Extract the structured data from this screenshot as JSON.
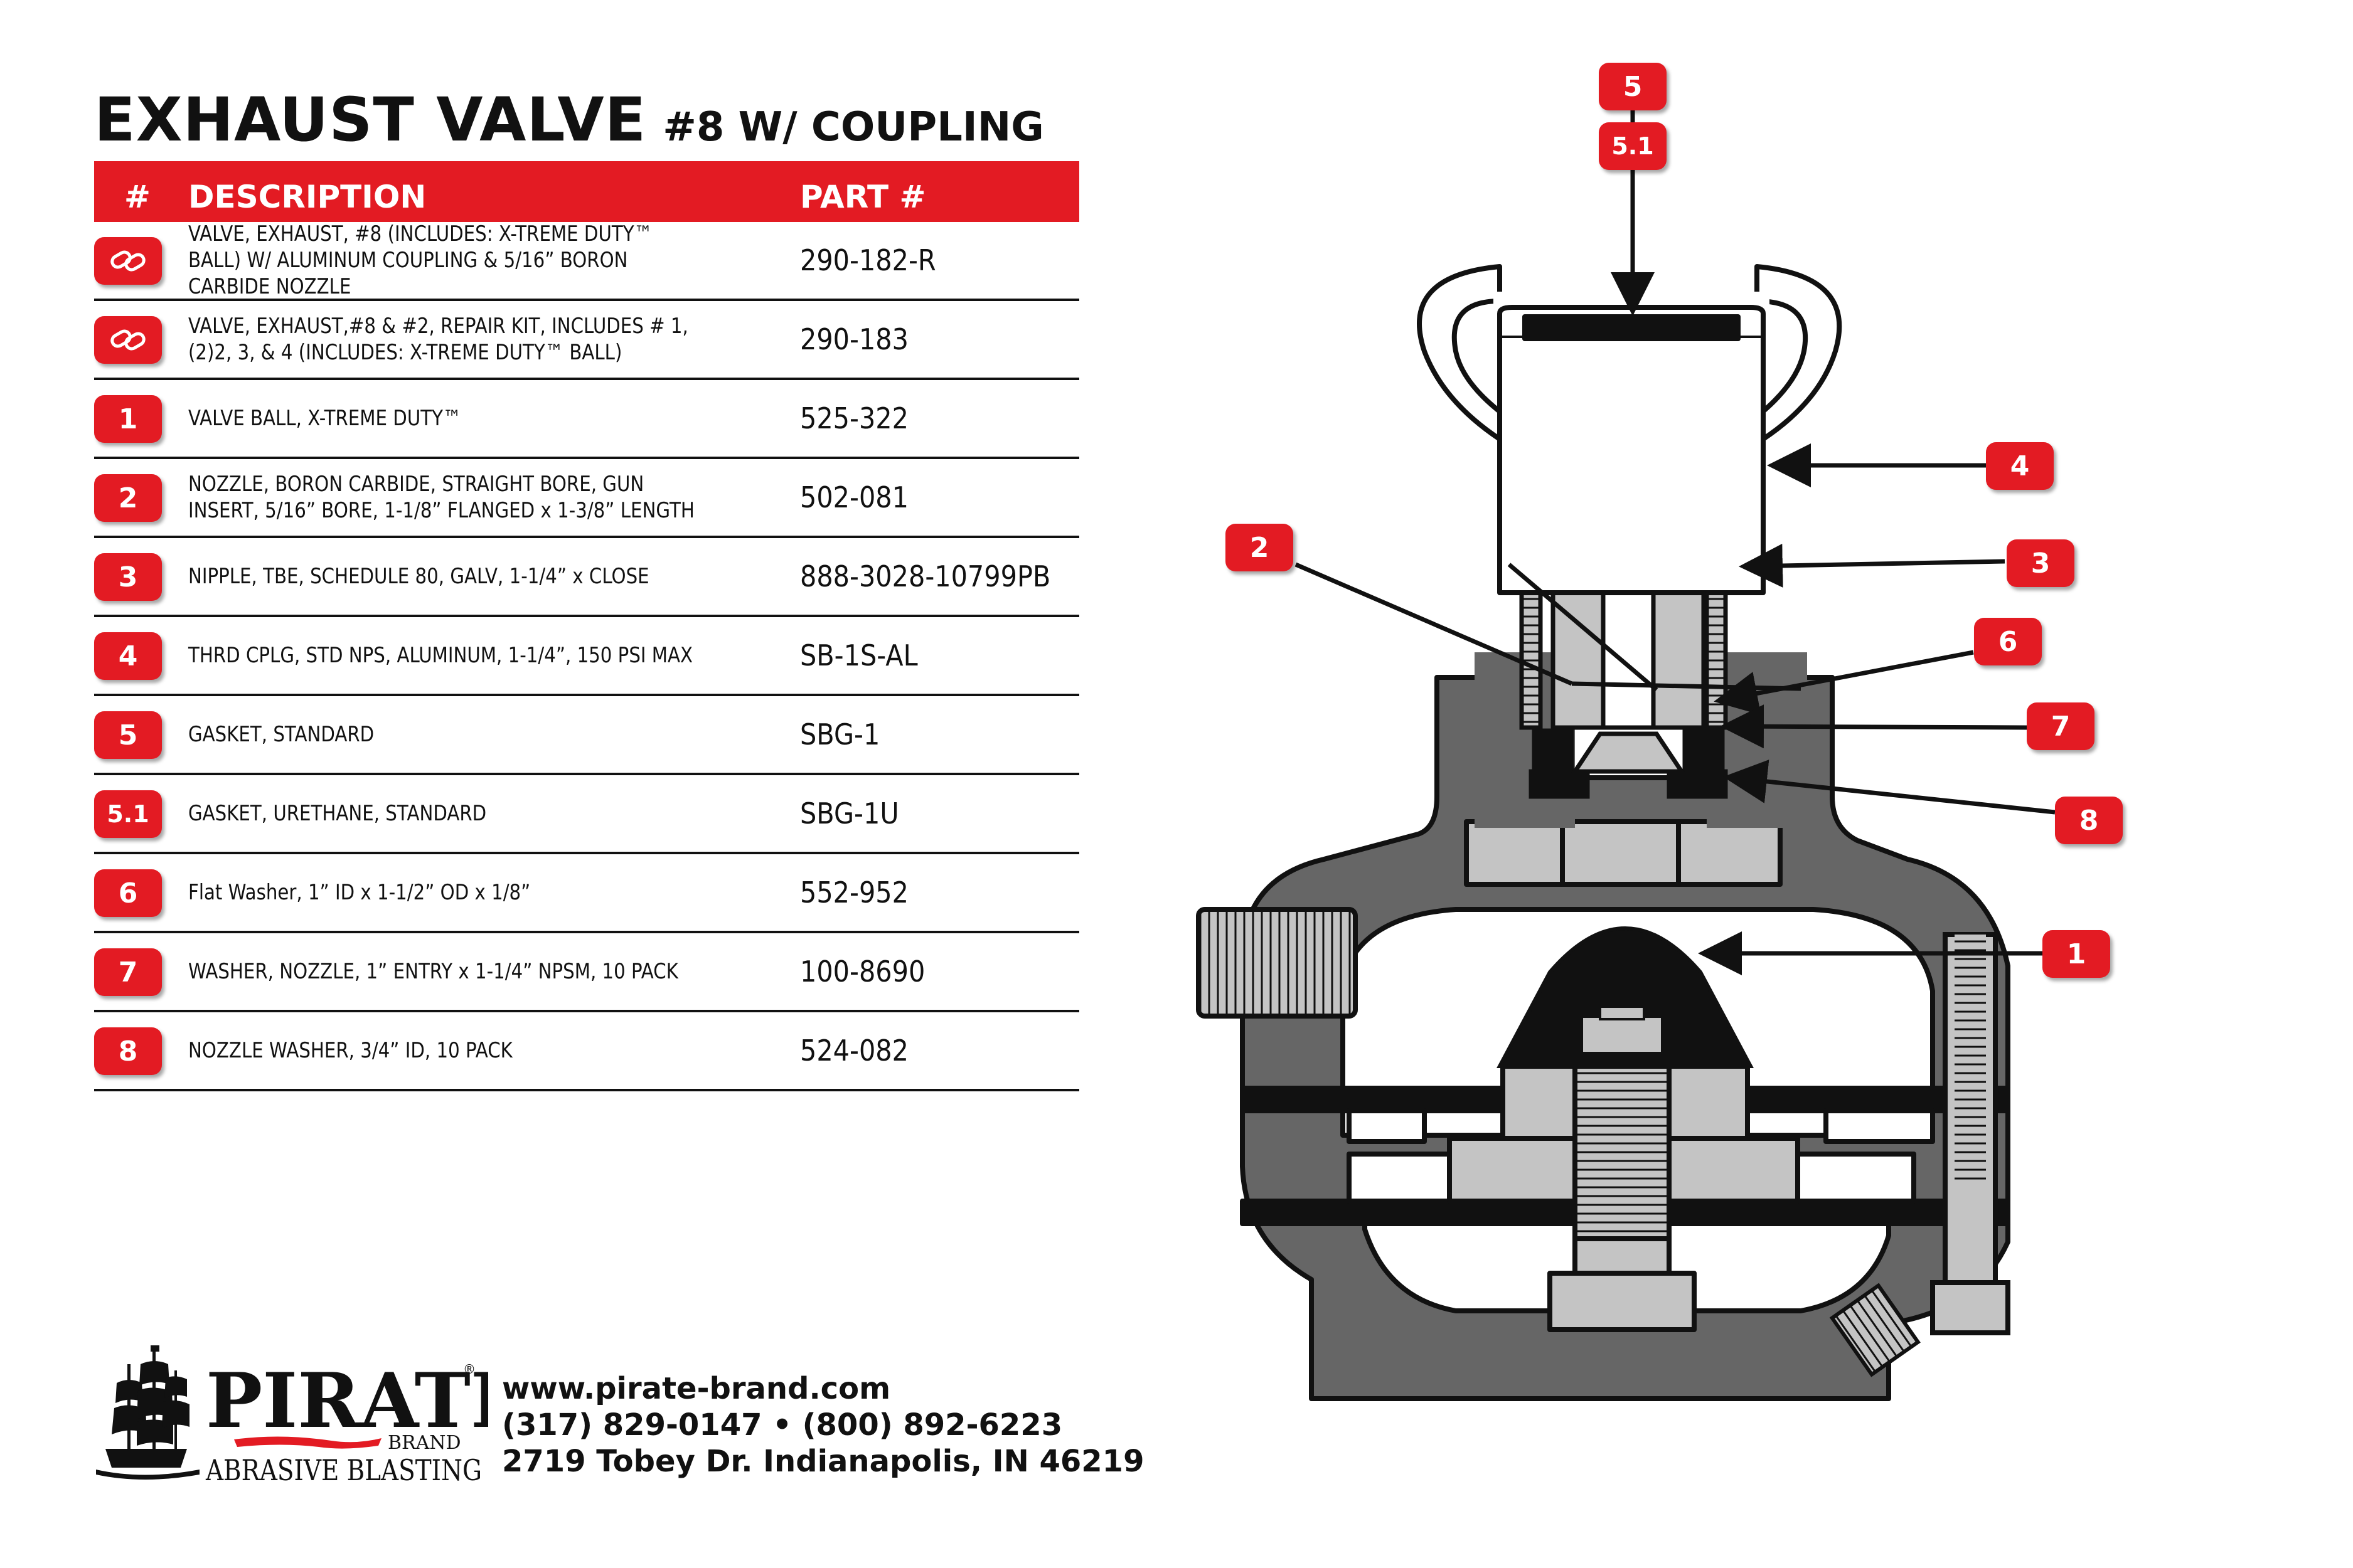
{
  "title": {
    "main": "EXHAUST VALVE",
    "sub": "#8 W/ COUPLING"
  },
  "table": {
    "headers": {
      "num": "#",
      "description": "DESCRIPTION",
      "part": "PART #"
    },
    "rows": [
      {
        "num": "",
        "icon": "link-icon",
        "description": "VALVE, EXHAUST, #8 (INCLUDES: X-TREME DUTY™ BALL) W/ ALUMINUM COUPLING & 5/16” BORON CARBIDE NOZZLE",
        "part": "290-182-R"
      },
      {
        "num": "",
        "icon": "link-icon",
        "description": "VALVE, EXHAUST,#8 & #2, REPAIR KIT, INCLUDES # 1, (2)2, 3, & 4 (INCLUDES: X-TREME DUTY™ BALL)",
        "part": "290-183"
      },
      {
        "num": "1",
        "description": "VALVE BALL, X-TREME DUTY™",
        "part": "525-322"
      },
      {
        "num": "2",
        "description": "NOZZLE, BORON CARBIDE, STRAIGHT BORE, GUN INSERT, 5/16” BORE, 1-1/8” FLANGED x 1-3/8” LENGTH",
        "part": "502-081"
      },
      {
        "num": "3",
        "description": "NIPPLE, TBE, SCHEDULE 80, GALV, 1-1/4” x CLOSE",
        "part": "888-3028-10799PB"
      },
      {
        "num": "4",
        "description": "THRD CPLG, STD NPS, ALUMINUM, 1-1/4”, 150 PSI MAX",
        "part": "SB-1S-AL"
      },
      {
        "num": "5",
        "description": "GASKET, STANDARD",
        "part": "SBG-1"
      },
      {
        "num": "5.1",
        "description": "GASKET, URETHANE, STANDARD",
        "part": "SBG-1U"
      },
      {
        "num": "6",
        "description": "Flat Washer, 1” ID x 1-1/2” OD x 1/8”",
        "part": "552-952"
      },
      {
        "num": "7",
        "description": "WASHER, NOZZLE, 1” ENTRY x 1-1/4” NPSM, 10 PACK",
        "part": "100-8690"
      },
      {
        "num": "8",
        "description": "NOZZLE WASHER, 3/4” ID, 10 PACK",
        "part": "524-082"
      }
    ]
  },
  "logo": {
    "brand": "PIRATE",
    "registered": "®",
    "brand_sub": "BRAND",
    "tagline": "ABRASIVE BLASTING"
  },
  "contact": {
    "website": "www.pirate-brand.com",
    "phones": "(317) 829-0147 • (800) 892-6223",
    "address": "2719 Tobey Dr. Indianapolis, IN 46219"
  },
  "diagram": {
    "callouts": [
      "5",
      "5.1",
      "4",
      "2",
      "3",
      "6",
      "7",
      "8",
      "1"
    ]
  },
  "colors": {
    "accent": "#e31b23",
    "body_dark": "#666666",
    "part_light": "#c4c4c4",
    "outline": "#111111"
  }
}
